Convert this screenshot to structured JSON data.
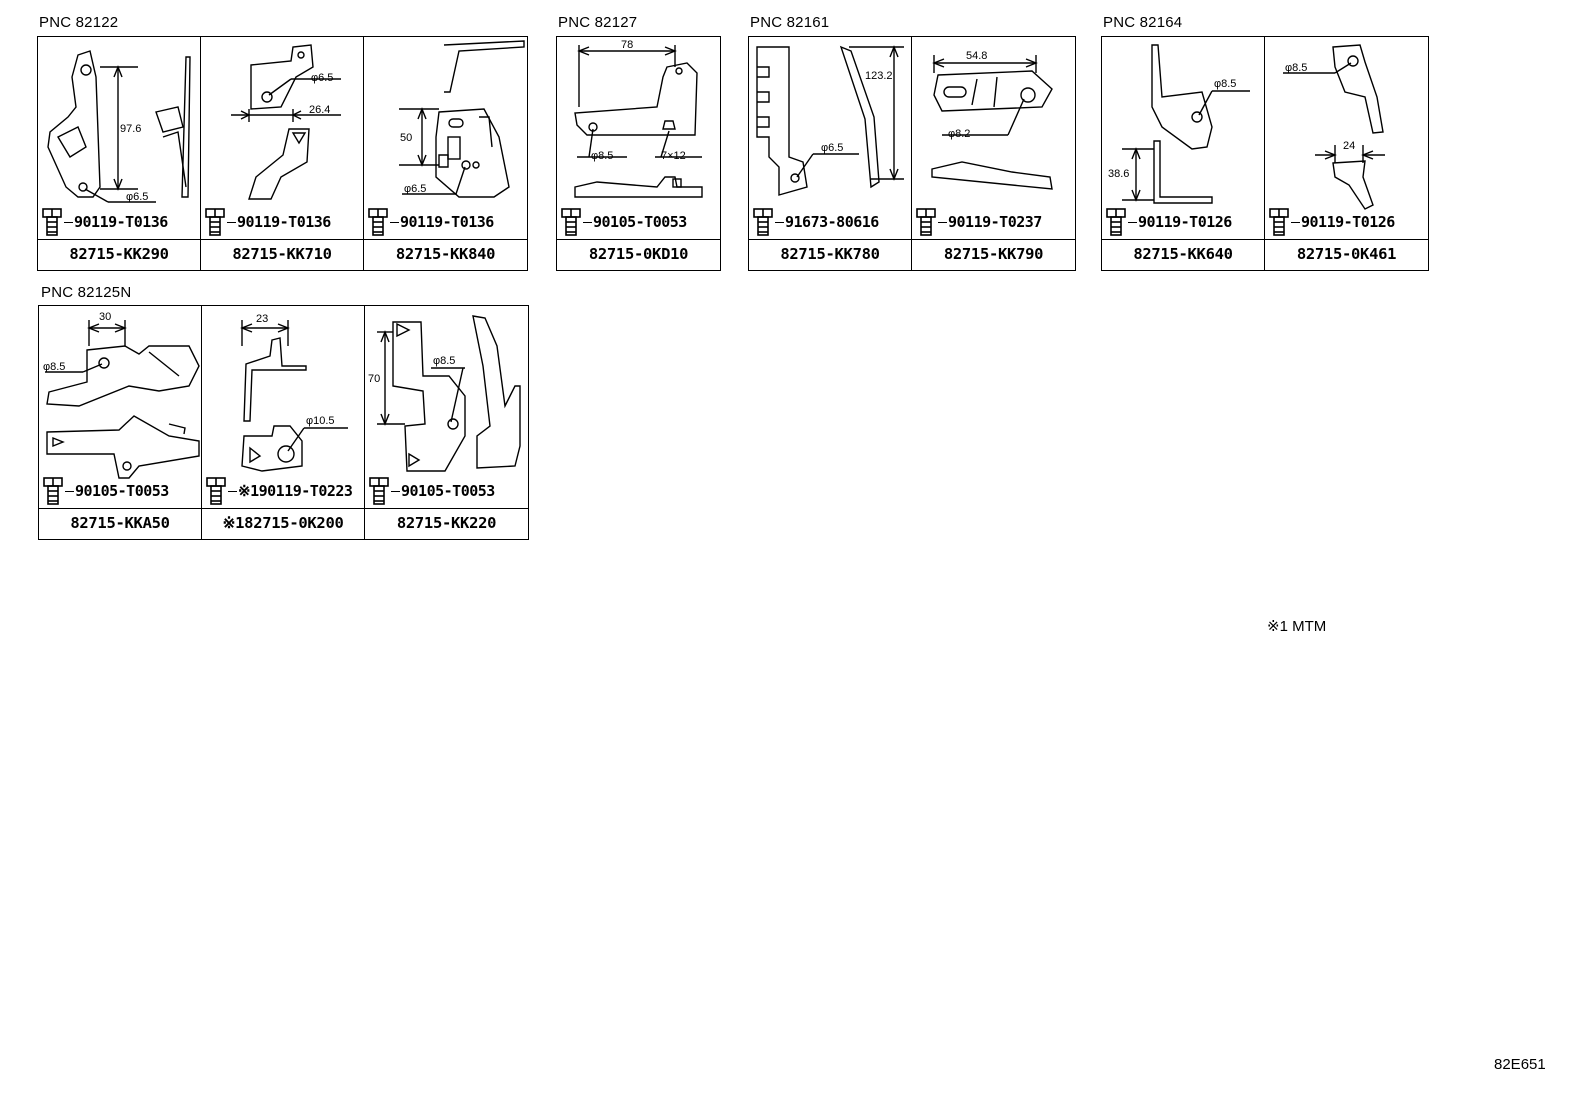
{
  "groups": [
    {
      "pnc": "PNC 82122",
      "panels": [
        {
          "bolt": "90119-T0136",
          "part": "82715-KK290",
          "dims": [
            "97.6",
            "φ6.5"
          ]
        },
        {
          "bolt": "90119-T0136",
          "part": "82715-KK710",
          "dims": [
            "φ6.5",
            "26.4"
          ]
        },
        {
          "bolt": "90119-T0136",
          "part": "82715-KK840",
          "dims": [
            "50",
            "φ6.5"
          ]
        }
      ]
    },
    {
      "pnc": "PNC 82127",
      "panels": [
        {
          "bolt": "90105-T0053",
          "part": "82715-0KD10",
          "dims": [
            "78",
            "φ8.5",
            "7×12"
          ]
        }
      ]
    },
    {
      "pnc": "PNC 82161",
      "panels": [
        {
          "bolt": "91673-80616",
          "part": "82715-KK780",
          "dims": [
            "123.2",
            "φ6.5"
          ]
        },
        {
          "bolt": "90119-T0237",
          "part": "82715-KK790",
          "dims": [
            "54.8",
            "φ8.2"
          ]
        }
      ]
    },
    {
      "pnc": "PNC 82164",
      "panels": [
        {
          "bolt": "90119-T0126",
          "part": "82715-KK640",
          "dims": [
            "φ8.5",
            "38.6"
          ]
        },
        {
          "bolt": "90119-T0126",
          "part": "82715-0K461",
          "dims": [
            "φ8.5",
            "24"
          ]
        }
      ]
    },
    {
      "pnc": "PNC 82125N",
      "panels": [
        {
          "bolt": "90105-T0053",
          "part": "82715-KKA50",
          "dims": [
            "30",
            "φ8.5"
          ]
        },
        {
          "bolt": "※190119-T0223",
          "part": "※182715-0K200",
          "dims": [
            "23",
            "φ10.5"
          ]
        },
        {
          "bolt": "90105-T0053",
          "part": "82715-KK220",
          "dims": [
            "70",
            "φ8.5"
          ]
        }
      ]
    }
  ],
  "note": "※1 MTM",
  "code": "82E651"
}
